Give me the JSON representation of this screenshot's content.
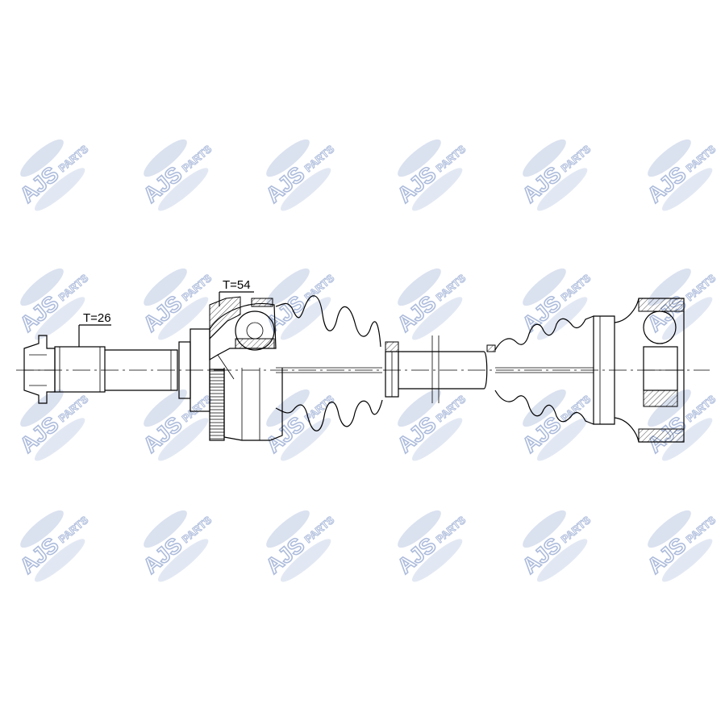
{
  "watermark": {
    "brand": "AJS",
    "suffix": "PARTS",
    "color": "#9fb1d6",
    "columns": 6,
    "rows": 4
  },
  "annotations": [
    {
      "label": "T=26"
    },
    {
      "label": "T=54"
    }
  ],
  "colors": {
    "line": "#000000",
    "background": "#ffffff"
  }
}
